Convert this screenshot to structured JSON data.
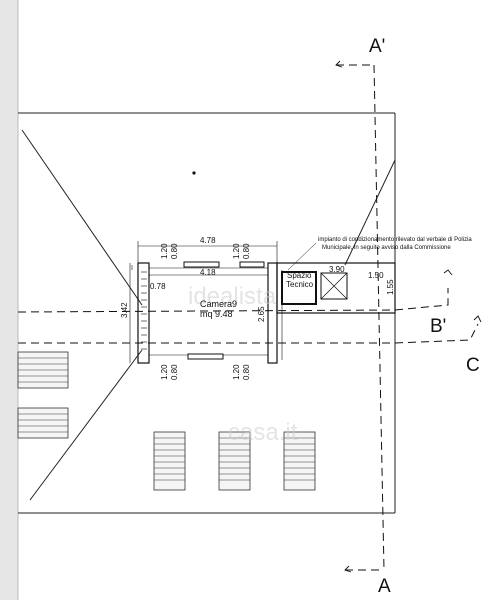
{
  "section_labels": {
    "a_prime": "A'",
    "a": "A",
    "b_prime": "B'",
    "c": "C"
  },
  "top_dimension": "4.78",
  "inner_dimension": "4.18",
  "window_dims": {
    "top_left": [
      "1.20",
      "0.80"
    ],
    "top_right": [
      "1.20",
      "0.80"
    ],
    "bottom_left": [
      "1.20",
      "0.80"
    ],
    "bottom_right": [
      "1.20",
      "0.80"
    ]
  },
  "stair_dimension": "0.78",
  "room_height_left": "3.42",
  "room_height_right": "2.65",
  "room": {
    "name": "Camera9",
    "area": "mq 9.48"
  },
  "tech_space": {
    "line1": "Spazio",
    "line2": "Tecnico",
    "width": "3.90",
    "right_width": "1.50",
    "height": "1.55"
  },
  "note": {
    "line1": "impianto di condizionamento rilevato dal verbale di Polizia",
    "line2": "Municipale, in seguito avviso dalla Commissione"
  },
  "watermarks": {
    "idealista": "idealista",
    "casa": "casa.it"
  }
}
